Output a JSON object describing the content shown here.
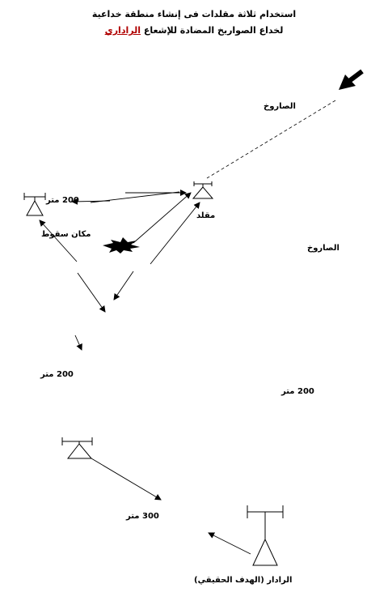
{
  "title": {
    "line1": "استخدام ثلاثة مقلدات فى إنشاء منطقة خداعية",
    "line2_prefix": "لخداع الصواريخ المضادة للإشعاع ",
    "line2_emphasis": "الراداري"
  },
  "labels": {
    "missile_top": "الصاروخ",
    "missile_right": "الصاروخ",
    "emulator": "مقلد",
    "impact_site": "مكان سقوط",
    "dist_200_top": "200 متر",
    "dist_200_left": "200 متر",
    "dist_200_right": "200 متر",
    "dist_300": "300 متر",
    "radar": "الرادار (الهدف الحقيقي)"
  },
  "colors": {
    "stroke": "#000000",
    "emphasis": "#b00000"
  }
}
